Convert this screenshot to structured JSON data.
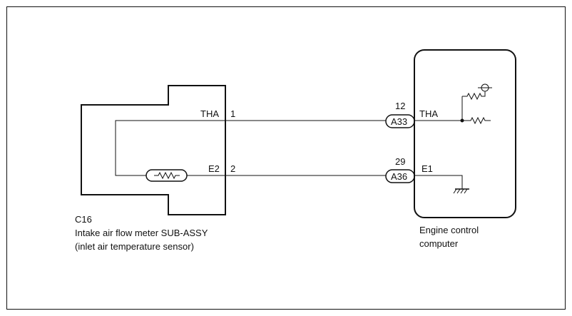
{
  "sensor": {
    "connector_id": "C16",
    "name_line1": "Intake air flow meter SUB-ASSY",
    "name_line2": "(inlet air temperature sensor)",
    "pin1_signal": "THA",
    "pin1_number": "1",
    "pin2_signal": "E2",
    "pin2_number": "2"
  },
  "ecu": {
    "name_line1": "Engine control",
    "name_line2": "computer",
    "terminal_top_pin": "12",
    "terminal_top_connector": "A33",
    "terminal_top_signal": "THA",
    "terminal_bottom_pin": "29",
    "terminal_bottom_connector": "A36",
    "terminal_bottom_signal": "E1"
  },
  "icons": [
    "resistor-icon",
    "ground-icon",
    "power-supply-icon",
    "junction-dot-icon"
  ]
}
